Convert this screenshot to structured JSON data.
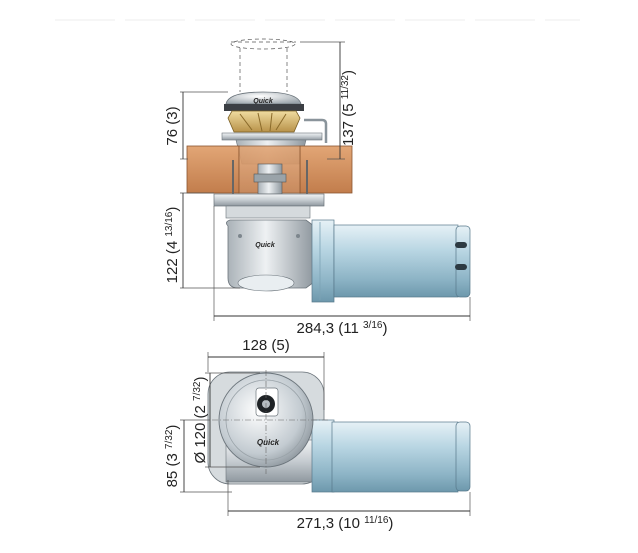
{
  "dimensions": {
    "top_height_total": {
      "main": "137 (5 ",
      "frac": "11/32",
      "close": ")"
    },
    "top_height_above_deck": {
      "main": "76 (3)"
    },
    "side_height_below": {
      "main": "122 (4 ",
      "frac": "13/16",
      "close": ")"
    },
    "side_width_total": {
      "main": "284,3 (11 ",
      "frac": "3/16",
      "close": ")"
    },
    "plan_width": {
      "main": "128 (5)"
    },
    "plan_diameter": {
      "main": "Ø 120 (2 ",
      "frac": "7/32",
      "close": ")"
    },
    "plan_height": {
      "main": "85 (3 ",
      "frac": "7/32",
      "close": ")"
    },
    "plan_width_total": {
      "main": "271,3 (10 ",
      "frac": "11/16",
      "close": ")"
    }
  },
  "brand": {
    "logo_text": "Quick"
  },
  "colors": {
    "motor_light": "#cfe3ec",
    "motor_mid": "#9fc3d3",
    "motor_dark": "#6d98ac",
    "deck_wood": "#d89a6a",
    "deck_wood_dark": "#b87547",
    "brass": "#d7b871",
    "steel": "#c9cfd4"
  }
}
